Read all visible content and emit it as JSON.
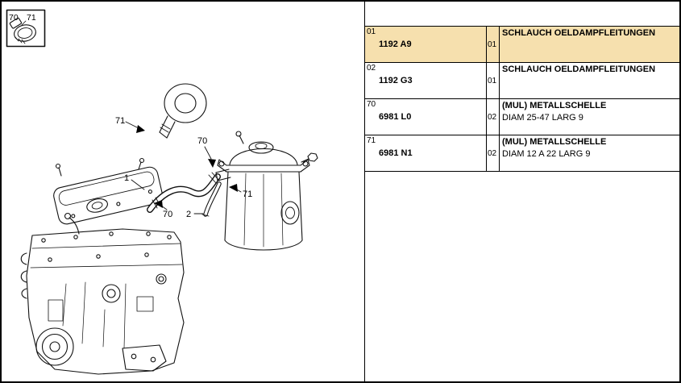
{
  "page": {
    "background": "#ffffff",
    "border_color": "#000000"
  },
  "diagram": {
    "legend": {
      "label_70": "70",
      "label_71": "71"
    },
    "callouts": {
      "clamp_top": "71",
      "clamp_canister": "70",
      "hose_main": "1",
      "clamp_right": "71",
      "clamp_cover": "70",
      "hose_small": "2"
    }
  },
  "table": {
    "highlight_color": "#F6E0AE",
    "rows": [
      {
        "index": "01",
        "ref": "1192 A9",
        "qty": "01",
        "desc": "SCHLAUCH OELDAMPFLEITUNGEN",
        "detail": ""
      },
      {
        "index": "02",
        "ref": "1192 G3",
        "qty": "01",
        "desc": "SCHLAUCH OELDAMPFLEITUNGEN",
        "detail": ""
      },
      {
        "index": "70",
        "ref": "6981 L0",
        "qty": "02",
        "desc": "(MUL) METALLSCHELLE",
        "detail": "DIAM 25-47 LARG 9"
      },
      {
        "index": "71",
        "ref": "6981 N1",
        "qty": "02",
        "desc": "(MUL) METALLSCHELLE",
        "detail": "DIAM 12 A 22 LARG 9"
      }
    ]
  }
}
